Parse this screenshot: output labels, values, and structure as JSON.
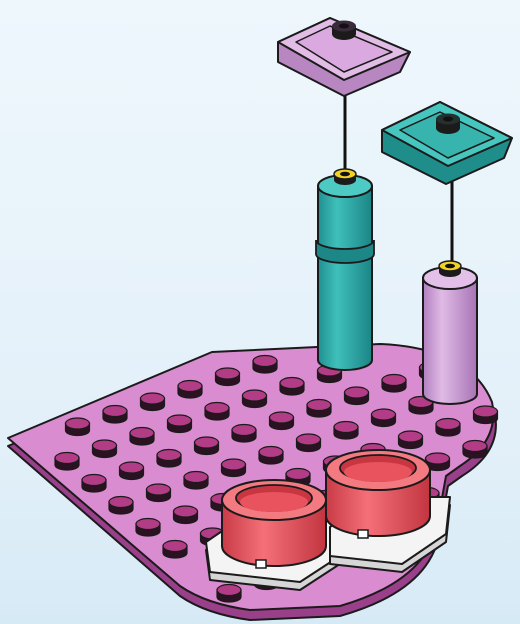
{
  "illustration": {
    "kind": "build-step",
    "parts": [
      {
        "name": "square-tile-lavender",
        "color": "#d7a6d9"
      },
      {
        "name": "square-tile-teal",
        "color": "#34b5ae"
      },
      {
        "name": "round-brick-teal",
        "color": "#2fa8a6"
      },
      {
        "name": "round-brick-lavender",
        "color": "#c99ad3"
      },
      {
        "name": "wedge-plate-pink",
        "color": "#cf7fc6"
      },
      {
        "name": "round-brick-coral",
        "color": "#ee5a64"
      },
      {
        "name": "plate-white",
        "color": "#f2f2f2"
      }
    ],
    "connector_color": "#f2d324",
    "assembly_line_color": "#111111"
  },
  "colors": {
    "background_top": "#eaf4fb",
    "background_bottom": "#d8ecf8",
    "outline": "#1b1b1b",
    "stud_top": "#b23c85",
    "stud_well": "#2a1222"
  }
}
